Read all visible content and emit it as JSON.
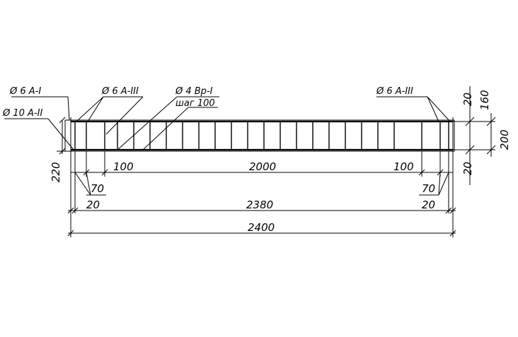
{
  "callouts": {
    "bar_6_a1": "Ø 6 A-I",
    "bar_10_a2": "Ø 10 A-II",
    "bar_6_a3_left": "Ø 6 A-III",
    "bar_4_vr1": "Ø 4 Bp-I",
    "step_100": "шаг 100",
    "bar_6_a3_right": "Ø 6 A-III"
  },
  "dimensions": {
    "end_100_left": "100",
    "middle_2000": "2000",
    "end_100_right": "100",
    "offset_70_left": "70",
    "offset_70_right": "70",
    "end_20_left": "20",
    "length_2380": "2380",
    "end_20_right": "20",
    "overall_2400": "2400",
    "height_220": "220",
    "cover_top_20": "20",
    "core_160": "160",
    "height_200": "200",
    "cover_bottom_20": "20"
  },
  "colors": {
    "ink": "#000000",
    "paper": "#ffffff"
  }
}
